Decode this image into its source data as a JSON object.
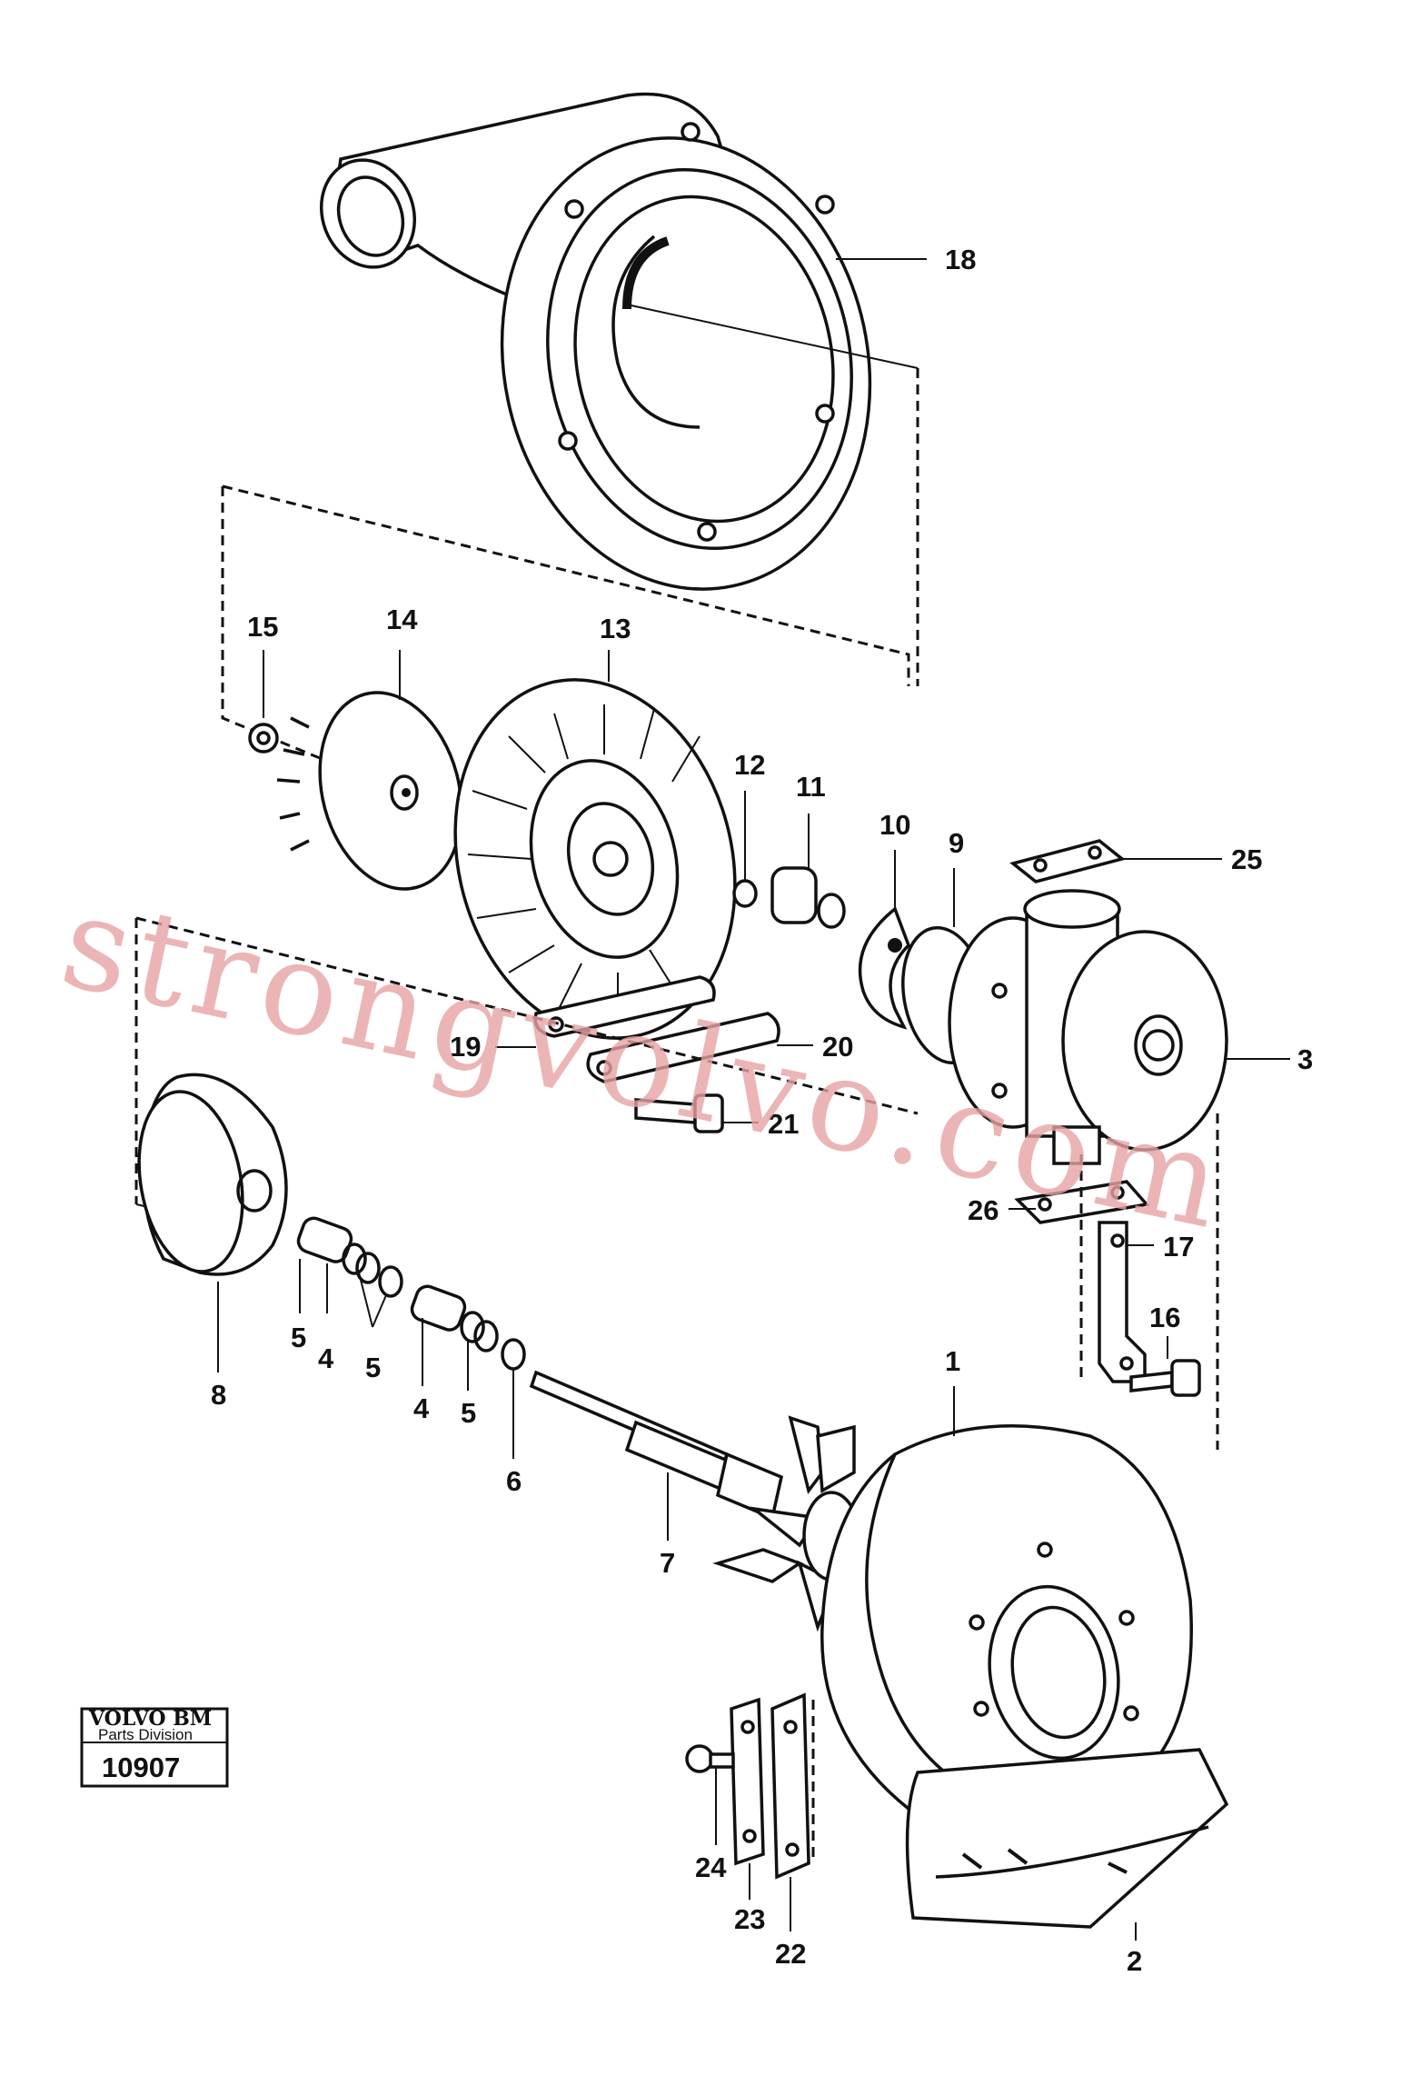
{
  "diagram": {
    "labels": {
      "p1": "1",
      "p2": "2",
      "p3": "3",
      "p4a": "4",
      "p4b": "4",
      "p5a": "5",
      "p5b": "5",
      "p5c": "5",
      "p6": "6",
      "p7": "7",
      "p8": "8",
      "p9": "9",
      "p10": "10",
      "p11": "11",
      "p12": "12",
      "p13": "13",
      "p14": "14",
      "p15": "15",
      "p16": "16",
      "p17": "17",
      "p18": "18",
      "p19": "19",
      "p20": "20",
      "p21": "21",
      "p22": "22",
      "p23": "23",
      "p24": "24",
      "p25": "25",
      "p26": "26"
    }
  },
  "logo": {
    "brand": "VOLVO BM",
    "division": "Parts Division",
    "number": "10907"
  },
  "watermark": "strongvolvo.com"
}
